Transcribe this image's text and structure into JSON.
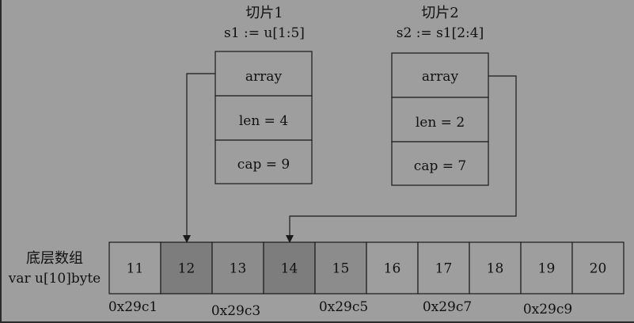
{
  "slices": [
    {
      "title": "切片1",
      "expr": "s1 := u[1:5]",
      "fields": [
        "array",
        "len = 4",
        "cap = 9"
      ],
      "points_to": 1
    },
    {
      "title": "切片2",
      "expr": "s2 := s1[2:4]",
      "fields": [
        "array",
        "len = 2",
        "cap = 7"
      ],
      "points_to": 3
    }
  ],
  "array": {
    "title": "底层数组",
    "decl": "var u[10]byte",
    "values": [
      "11",
      "12",
      "13",
      "14",
      "15",
      "16",
      "17",
      "18",
      "19",
      "20"
    ],
    "shaded": [
      1,
      2,
      3,
      4
    ],
    "addresses": [
      "0x29c1",
      "0x29c3",
      "0x29c5",
      "0x29c7",
      "0x29c9"
    ]
  },
  "colors": {
    "background": "#9e9e9e",
    "cell": "#9e9e9e",
    "cell_dark": "#7d7d7d",
    "cell_mid": "#8c8c8c",
    "stroke": "#1a1a1a"
  }
}
